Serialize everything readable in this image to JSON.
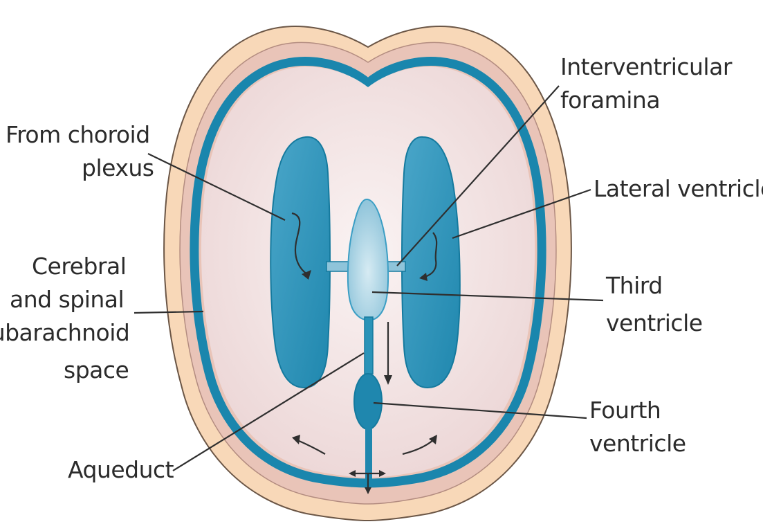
{
  "labels": {
    "choroid_line1": "From choroid",
    "choroid_line2": "plexus",
    "interventricular_line1": "Interventricular",
    "interventricular_line2": "foramina",
    "lateral_ventricle": "Lateral ventricle",
    "subarachnoid_line1": "Cerebral",
    "subarachnoid_line2": "and spinal",
    "subarachnoid_line3": "subarachnoid",
    "subarachnoid_line4": "space",
    "third_line1": "Third",
    "third_line2": "ventricle",
    "fourth_line1": "Fourth",
    "fourth_line2": "ventricle",
    "aqueduct": "Aqueduct"
  },
  "colors": {
    "skin": "#f8d8b8",
    "meninges": "#e9c4b8",
    "csf_ring": "#1a86ad",
    "brain": "#f3e4e3",
    "ventricle_fill": "#2a93b8",
    "third_ventricle_fill": "#a9d2e2",
    "outline": "#5a4a40",
    "text": "#2b2b2b"
  }
}
